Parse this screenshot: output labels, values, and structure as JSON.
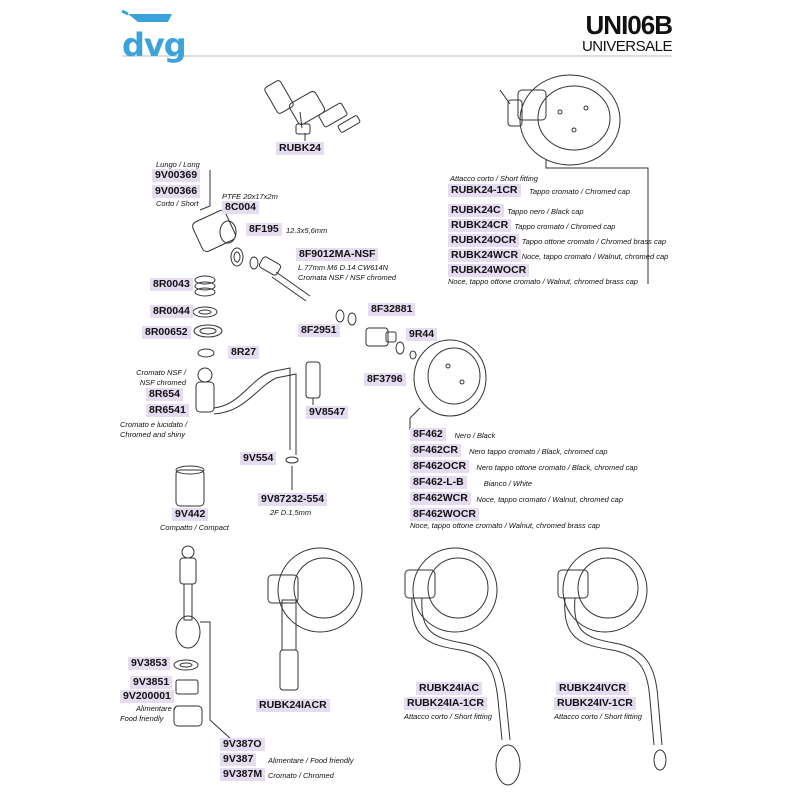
{
  "header": {
    "logo": "dvg",
    "title": "UNI06B",
    "subtitle": "UNIVERSALE"
  },
  "parts": {
    "rubk24": "RUBK24",
    "lungo_note": "Lungo / Long",
    "v9v00369": "9V00369",
    "v9v00366": "9V00366",
    "corto_note": "Corto / Short",
    "ptfe_note": "PTFE 20x17x2m",
    "c8c004": "8C004",
    "f8f195": "8F195",
    "f8f195_note": "12.3x5,6mm",
    "f8f9012": "8F9012MA-NSF",
    "f8f9012_note1": "L.77mm M6 D.14 CW614N",
    "f8f9012_note2": "Cromata NSF / NSF chromed",
    "r8r0043": "8R0043",
    "r8r0044": "8R0044",
    "r8r00652": "8R00652",
    "f8f2951": "8F2951",
    "f8f32881": "8F32881",
    "r9r44": "9R44",
    "r8r27": "8R27",
    "f8f3796": "8F3796",
    "r8r654_note1": "Cromato NSF /",
    "r8r654_note2": "NSF chromed",
    "r8r654": "8R654",
    "r8r6541": "8R6541",
    "r8r6541_note1": "Cromato e lucidato /",
    "r8r6541_note2": "Chromed and shiny",
    "v9v8547": "9V8547",
    "v9v554": "9V554",
    "v9v87232": "9V87232-554",
    "v9v87232_note": "2F D.1,5mm",
    "v9v442": "9V442",
    "v9v442_note": "Compatto / Compact"
  },
  "rubk_variants": {
    "attacco_note": "Attacco corto / Short fitting",
    "items": [
      {
        "code": "RUBK24-1CR",
        "desc": "Tappo cromato / Chromed  cap"
      },
      {
        "code": "RUBK24C",
        "desc": "Tappo nero / Black cap"
      },
      {
        "code": "RUBK24CR",
        "desc": "Tappo cromato / Chromed  cap"
      },
      {
        "code": "RUBK24OCR",
        "desc": "Tappo ottone cromato / Chromed brass cap"
      },
      {
        "code": "RUBK24WCR",
        "desc": "Noce, tappo cromato / Walnut, chromed cap"
      },
      {
        "code": "RUBK24WOCR",
        "desc": "Noce, tappo ottone cromato / Walnut, chromed brass cap"
      }
    ]
  },
  "knob_variants": {
    "items": [
      {
        "code": "8F462",
        "desc": "Nero / Black"
      },
      {
        "code": "8F462CR",
        "desc": "Nero tappo cromato / Black, chromed cap"
      },
      {
        "code": "8F462OCR",
        "desc": "Nero tappo ottone cromato / Black, chromed cap"
      },
      {
        "code": "8F462-L-B",
        "desc": "Bianco / White"
      },
      {
        "code": "8F462WCR",
        "desc": "Noce, tappo cromato / Walnut, chromed cap"
      },
      {
        "code": "8F462WOCR",
        "desc": "Noce, tappo ottone cromato / Walnut, chromed  brass cap"
      }
    ]
  },
  "bottom": {
    "v9v3853": "9V3853",
    "v9v3851": "9V3851",
    "v9v200001": "9V200001",
    "food_note1": "Alimentare /",
    "food_note2": "Food friendly",
    "v9v387o": "9V387O",
    "v9v387": "9V387",
    "v9v387_note": "Alimentare / Food friendly",
    "v9v387m": "9V387M",
    "v9v387m_note": "Cromato / Chromed",
    "rubk24iacr": "RUBK24IACR",
    "rubk24iac": "RUBK24IAC",
    "rubk24ia1cr": "RUBK24IA-1CR",
    "attacco_note_a": "Attacco corto / Short fitting",
    "rubk24ivcr": "RUBK24IVCR",
    "rubk24iv1cr": "RUBK24IV-1CR",
    "attacco_note_b": "Attacco corto / Short fitting"
  },
  "colors": {
    "logo": "#3aa3db",
    "label_bg": "#e6dcf2",
    "line": "#555555"
  }
}
